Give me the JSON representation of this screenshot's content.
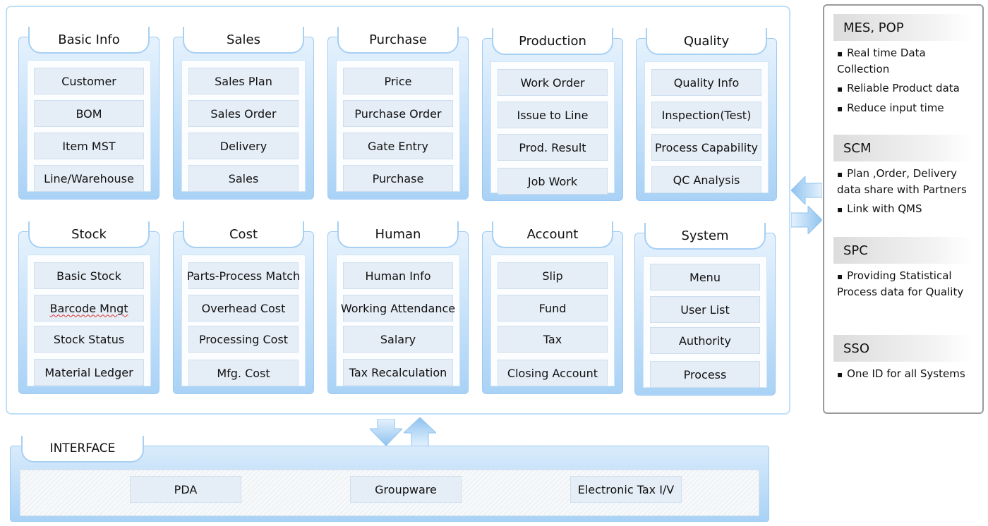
{
  "modules": [
    {
      "title": "Basic Info",
      "items": [
        "Customer",
        "BOM",
        "Item MST",
        "Line/Warehouse"
      ]
    },
    {
      "title": "Sales",
      "items": [
        "Sales Plan",
        "Sales Order",
        "Delivery",
        "Sales"
      ]
    },
    {
      "title": "Purchase",
      "items": [
        "Price",
        "Purchase Order",
        "Gate Entry",
        "Purchase"
      ]
    },
    {
      "title": "Production",
      "items": [
        "Work Order",
        "Issue to Line",
        "Prod. Result",
        "Job Work"
      ]
    },
    {
      "title": "Quality",
      "items": [
        "Quality Info",
        "Inspection(Test)",
        "Process Capability",
        "QC Analysis"
      ]
    },
    {
      "title": "Stock",
      "items": [
        "Basic Stock",
        "Barcode Mngt",
        "Stock Status",
        "Material Ledger"
      ]
    },
    {
      "title": "Cost",
      "items": [
        "Parts-Process Match",
        "Overhead Cost",
        "Processing Cost",
        "Mfg. Cost"
      ]
    },
    {
      "title": "Human",
      "items": [
        "Human Info",
        "Working Attendance",
        "Salary",
        "Tax Recalculation"
      ]
    },
    {
      "title": "Account",
      "items": [
        "Slip",
        "Fund",
        "Tax",
        "Closing Account"
      ]
    },
    {
      "title": "System",
      "items": [
        "Menu",
        "User List",
        "Authority",
        "Process"
      ]
    }
  ],
  "interface": {
    "title": "INTERFACE",
    "items": [
      "PDA",
      "Groupware",
      "Electronic Tax I/V"
    ]
  },
  "side": [
    {
      "title": "MES, POP",
      "bullets": [
        "Real time Data Collection",
        "Reliable Product data",
        "Reduce input time"
      ]
    },
    {
      "title": "SCM",
      "bullets": [
        "Plan ,Order, Delivery data share with Partners",
        "Link with QMS"
      ]
    },
    {
      "title": "SPC",
      "bullets": [
        "Providing Statistical Process data for Quality"
      ]
    },
    {
      "title": "SSO",
      "bullets": [
        "One ID for all Systems"
      ]
    }
  ],
  "colors": {
    "accent": "#a9d2f6",
    "frame": "#bfe0f8",
    "item_bg": "#e5eef7",
    "side_border": "#9a9a9a"
  },
  "icons": [
    "arrow-down-icon",
    "arrow-up-icon",
    "arrow-left-icon",
    "arrow-right-icon"
  ]
}
